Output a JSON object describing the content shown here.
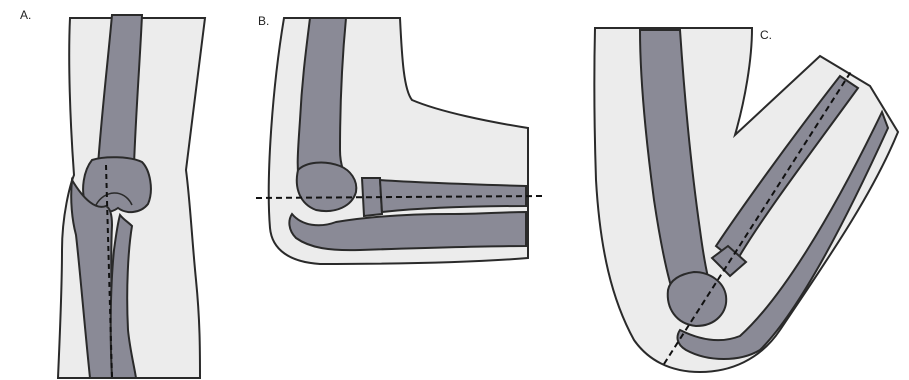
{
  "panels": [
    {
      "label": "A."
    },
    {
      "label": "B."
    },
    {
      "label": "C."
    }
  ],
  "colors": {
    "skin_fill": "#ececec",
    "skin_outline": "#2a2a2a",
    "bone_fill": "#8a8a96",
    "bone_outline": "#2a2a2a",
    "axis_line": "#111111"
  }
}
